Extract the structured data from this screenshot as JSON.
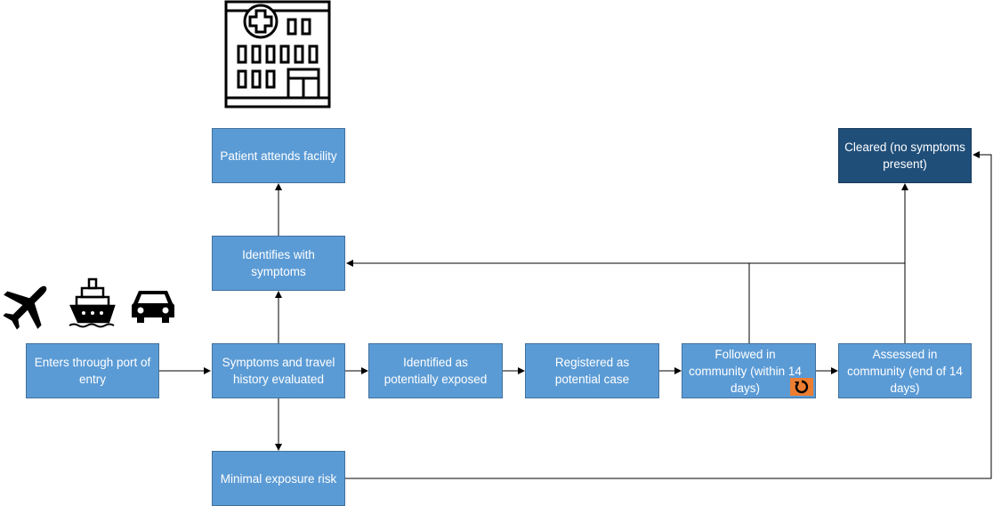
{
  "boxes": {
    "enters_port": "Enters through  port of entry",
    "symptoms_travel": "Symptoms  and travel history evaluated",
    "identified_exposed": "Identified as potentially exposed",
    "registered_case": "Registered as potential case",
    "followed_community": "Followed in community  (within 14 days)",
    "assessed_community": "Assessed in community  (end of 14 days)",
    "identifies_symptoms": "Identifies with symptoms",
    "patient_attends": "Patient attends facility",
    "cleared": "Cleared (no symptoms present)",
    "minimal_exposure": "Minimal exposure risk"
  },
  "icons": {
    "hospital": "hospital-icon",
    "airplane": "airplane-icon",
    "ship": "ship-icon",
    "car": "car-icon",
    "loop": "refresh-icon"
  },
  "colors": {
    "box": "#5b9bd5",
    "box_border": "#41719c",
    "box_dark": "#1f4e79",
    "line": "#000000",
    "badge": "#ed7d31"
  }
}
